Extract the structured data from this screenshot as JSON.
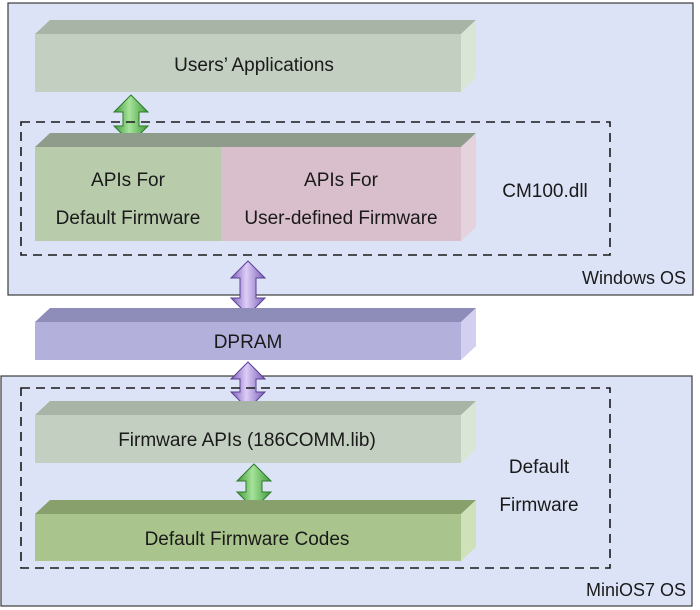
{
  "windows_os": {
    "label": "Windows OS",
    "users_applications": "Users’ Applications",
    "cm100": "CM100.dll",
    "apis_default": {
      "line1": "APIs For",
      "line2": "Default Firmware"
    },
    "apis_user": {
      "line1": "APIs For",
      "line2": "User-defined Firmware"
    }
  },
  "dpram": {
    "label": "DPRAM"
  },
  "minios7": {
    "label": "MiniOS7 OS",
    "firmware_apis": "Firmware APIs (186COMM.lib)",
    "default_firmware_codes": "Default Firmware Codes",
    "default_firmware": {
      "line1": "Default",
      "line2": "Firmware"
    }
  },
  "colors": {
    "os_panel_fill": "#dce3f7",
    "os_panel_stroke": "#3c3c3c",
    "grey_box": "#c3cfc0",
    "green_box": "#b8ccab",
    "pink_box": "#d9bfcb",
    "purple_box": "#b3b1dc",
    "olive_box": "#a9c48c",
    "green_arrow": "#59b04b",
    "purple_arrow": "#9a7ed0"
  }
}
